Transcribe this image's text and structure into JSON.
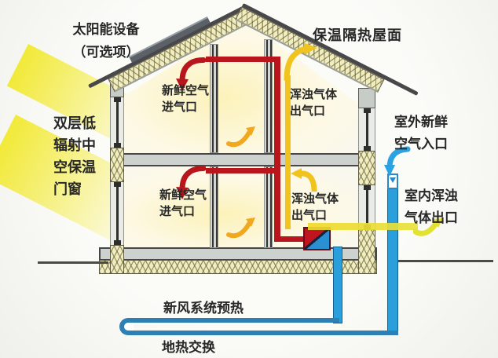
{
  "labels": {
    "solar_equipment": {
      "line1": "太阳能设备",
      "line2": "（可选项）"
    },
    "insulated_roof": "保温隔热屋面",
    "insulated_window": {
      "line1": "双层低",
      "line2": "辐射中",
      "line3": "空保温",
      "line4": "门窗"
    },
    "fresh_air_inlet_upper": {
      "line1": "新鲜空气",
      "line2": "进气口"
    },
    "exhaust_outlet_upper": {
      "line1": "浑浊气体",
      "line2": "出气口"
    },
    "fresh_air_inlet_lower": {
      "line1": "新鲜空气",
      "line2": "进气口"
    },
    "exhaust_outlet_lower": {
      "line1": "浑浊气体",
      "line2": "出气口"
    },
    "outdoor_fresh_air_inlet": {
      "line1": "室外新鲜",
      "line2": "空气入口"
    },
    "indoor_exhaust_outlet": {
      "line1": "室内浑浊",
      "line2": "气体出口"
    },
    "fresh_air_preheat": "新风系统预热",
    "geothermal_exchange": "地热交换"
  },
  "colors": {
    "supply_duct_red": "#b8161c",
    "exhaust_duct_yellow": "#f0c31e",
    "room_air_arrow_orange": "#f2a81e",
    "fresh_pipe_blue": "#29a0dc",
    "geo_pipe_blue": "#2d7fb4",
    "outlet_beam_yellow": "#e6e23c",
    "sunbeam_yellow": "#f2e93e",
    "insulation_fill": "#f0edc4",
    "wall_gray": "#c8ccc6",
    "heat_exchanger_red": "#c01420",
    "heat_exchanger_blue": "#2b90d2",
    "text": "#272727"
  }
}
